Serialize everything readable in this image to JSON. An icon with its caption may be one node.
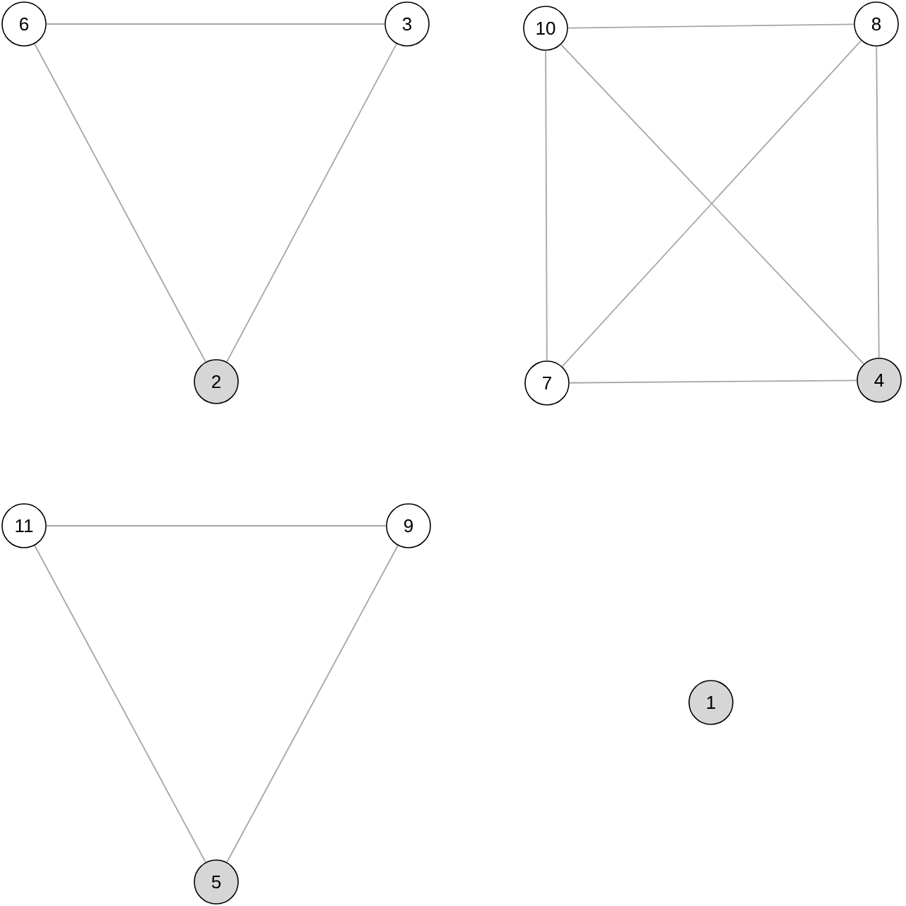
{
  "diagram": {
    "nodes": [
      {
        "text": [
          "6"
        ]
      },
      {
        "text": [
          "3"
        ]
      },
      {
        "text": [
          "10"
        ]
      },
      {
        "text": [
          "8"
        ]
      },
      {
        "text": [
          "2"
        ]
      },
      {
        "text": [
          "7"
        ]
      },
      {
        "text": [
          "4"
        ]
      },
      {
        "text": [
          "11"
        ]
      },
      {
        "text": [
          "9"
        ]
      },
      {
        "text": [
          "1"
        ]
      },
      {
        "text": [
          "5"
        ]
      }
    ],
    "edges": [
      {
        "from": 0,
        "to": 1,
        "arrow": "none"
      },
      {
        "from": 0,
        "to": 4,
        "arrow": "none"
      },
      {
        "from": 1,
        "to": 4,
        "arrow": "none"
      },
      {
        "from": 2,
        "to": 3,
        "arrow": "none"
      },
      {
        "from": 2,
        "to": 5,
        "arrow": "none"
      },
      {
        "from": 2,
        "to": 6,
        "arrow": "none"
      },
      {
        "from": 3,
        "to": 5,
        "arrow": "none"
      },
      {
        "from": 3,
        "to": 6,
        "arrow": "none"
      },
      {
        "from": 5,
        "to": 6,
        "arrow": "none"
      },
      {
        "from": 7,
        "to": 8,
        "arrow": "none"
      },
      {
        "from": 7,
        "to": 10,
        "arrow": "none"
      },
      {
        "from": 8,
        "to": 10,
        "arrow": "none"
      }
    ]
  }
}
